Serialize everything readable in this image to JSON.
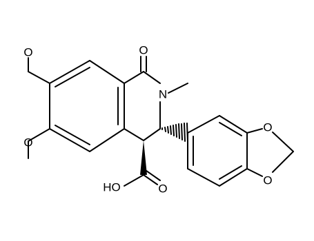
{
  "molecule": {
    "atoms": {
      "o_methoxy_upper": "O",
      "o_methoxy_lower": "O",
      "o_carbonyl": "O",
      "n_ring": "N",
      "o_dioxole_upper": "O",
      "o_dioxole_lower": "O",
      "o_acid_carbonyl": "O",
      "acid_hydroxyl": "HO"
    }
  }
}
